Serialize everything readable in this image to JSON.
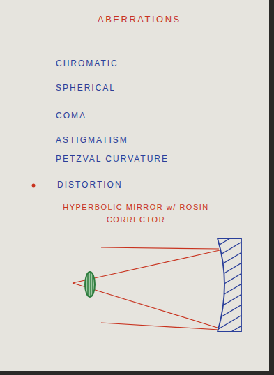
{
  "diagram": {
    "title": "ABERRATIONS",
    "labels": [
      "CHROMATIC",
      "SPHERICAL",
      "COMA",
      "ASTIGMATISM",
      "PETZVAL CURVATURE",
      "DISTORTION",
      "HYPERBOLIC MIRROR w/ ROSIN CORRECTOR"
    ]
  }
}
